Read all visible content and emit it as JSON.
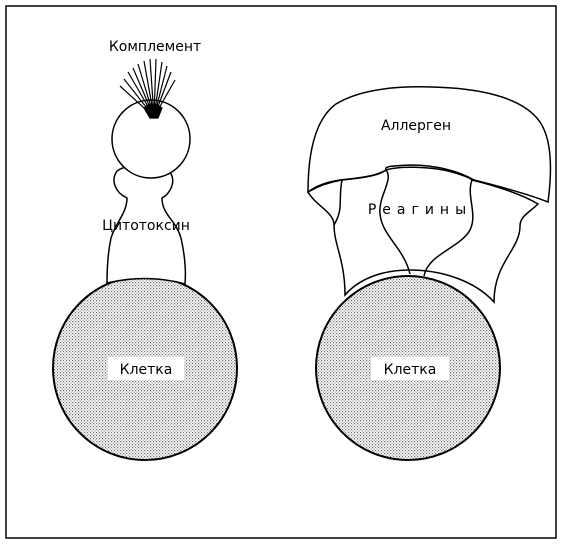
{
  "figure": {
    "left": {
      "complement_label": "Комплемент",
      "cytotoxin_label": "Цитотоксин",
      "cell_label": "Клетка"
    },
    "right": {
      "allergen_label": "Аллерген",
      "reagin_label": "Реагины",
      "cell_label": "Клетка"
    }
  },
  "colors": {
    "stroke": "#000000",
    "stipple": "#7a7a7a",
    "background": "#ffffff"
  }
}
